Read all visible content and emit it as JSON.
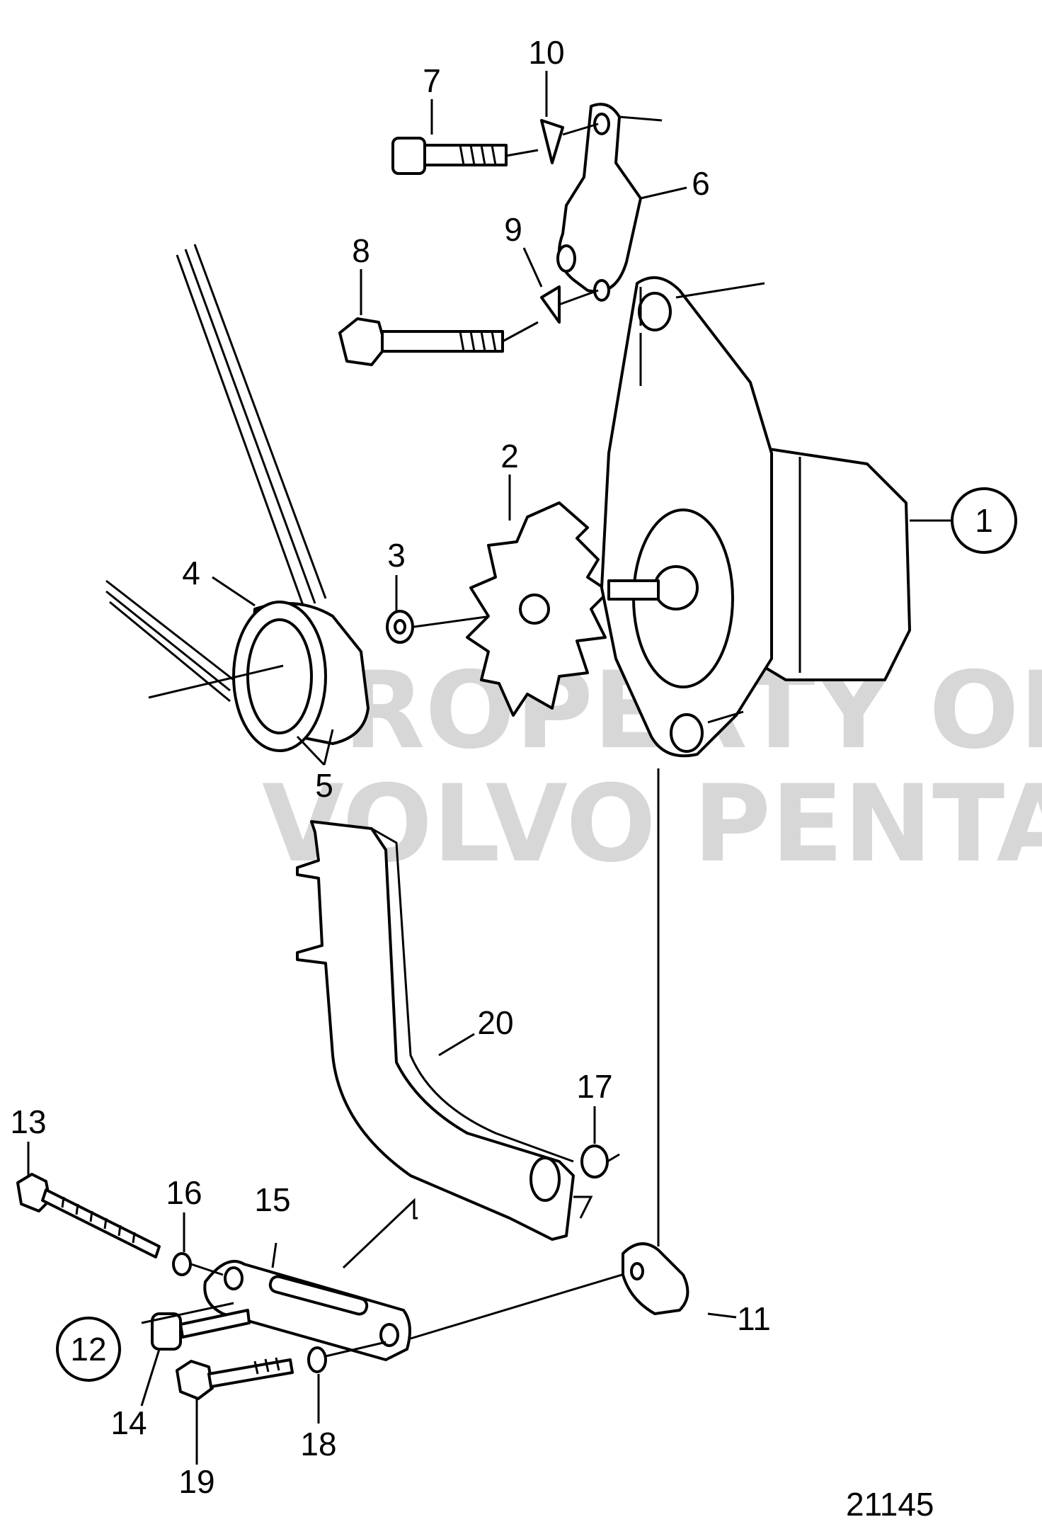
{
  "watermark": {
    "line1": "PROPERTY OF",
    "line2": "VOLVO PENTA"
  },
  "drawing_number": "21145",
  "callouts": [
    {
      "id": "1",
      "circled": true
    },
    {
      "id": "2",
      "circled": false
    },
    {
      "id": "3",
      "circled": false
    },
    {
      "id": "4",
      "circled": false
    },
    {
      "id": "5",
      "circled": false
    },
    {
      "id": "6",
      "circled": false
    },
    {
      "id": "7",
      "circled": false
    },
    {
      "id": "8",
      "circled": false
    },
    {
      "id": "9",
      "circled": false
    },
    {
      "id": "10",
      "circled": false
    },
    {
      "id": "11",
      "circled": false
    },
    {
      "id": "12",
      "circled": true
    },
    {
      "id": "13",
      "circled": false
    },
    {
      "id": "14",
      "circled": false
    },
    {
      "id": "15",
      "circled": false
    },
    {
      "id": "16",
      "circled": false
    },
    {
      "id": "17",
      "circled": false
    },
    {
      "id": "18",
      "circled": false
    },
    {
      "id": "19",
      "circled": false
    },
    {
      "id": "20",
      "circled": false
    }
  ]
}
